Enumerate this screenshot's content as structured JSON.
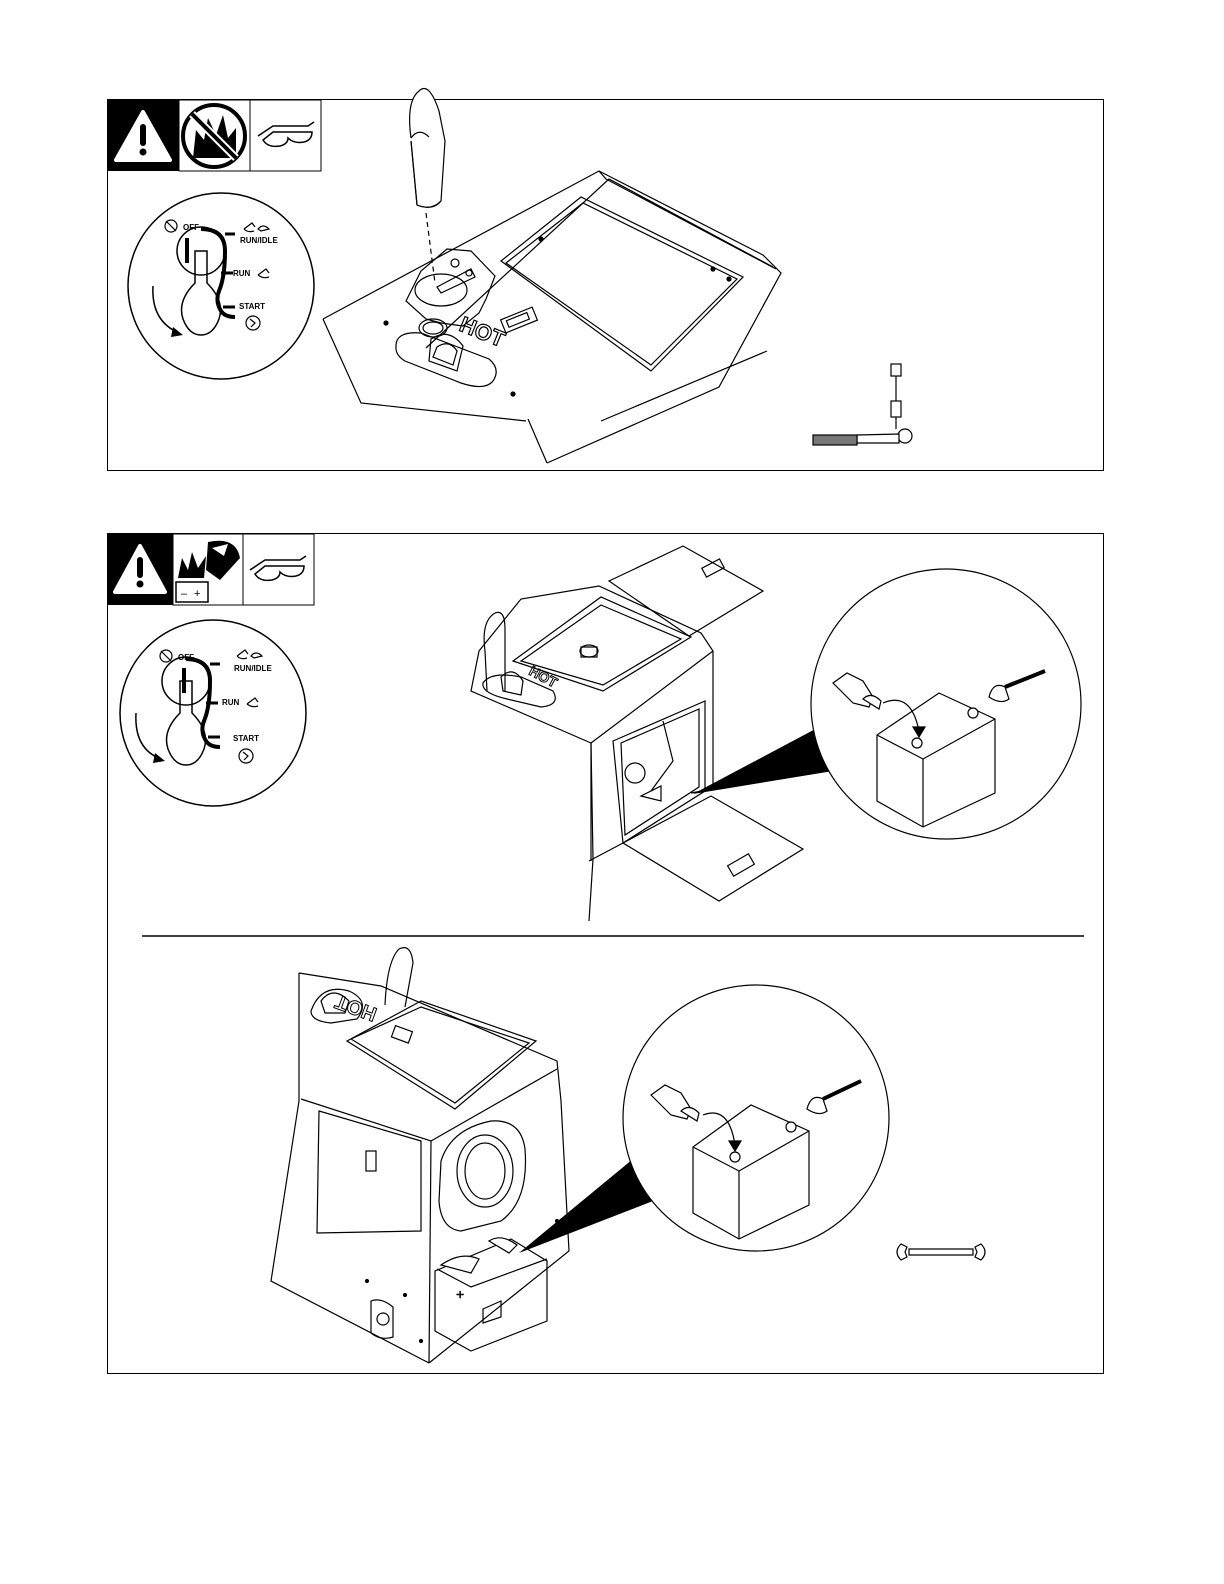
{
  "switch": {
    "off": "OFF",
    "run_idle": "RUN/IDLE",
    "run": "RUN",
    "start": "START"
  },
  "hot_label": "HOT",
  "battery_terminals": {
    "negative": "–",
    "positive": "+"
  },
  "icons": {
    "panel1": [
      "warning-icon",
      "no-fire-icon",
      "safety-glasses-icon",
      "ratchet-wrench-icon"
    ],
    "panel2": [
      "warning-icon",
      "battery-explosion-icon",
      "face-shield-icon",
      "safety-glasses-icon",
      "open-end-wrench-icon"
    ]
  },
  "colors": {
    "ink": "#000000",
    "paper": "#ffffff"
  }
}
